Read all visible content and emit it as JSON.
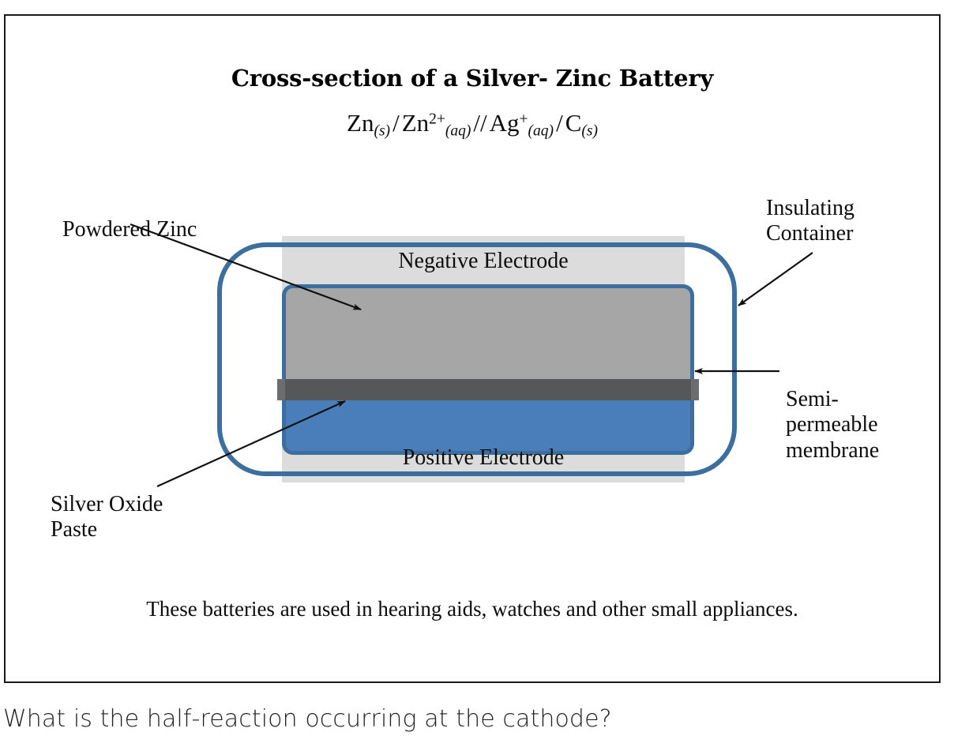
{
  "figure": {
    "title": "Cross-section of a Silver- Zinc Battery",
    "cell_notation": {
      "species_1": "Zn",
      "species_1_state": "(s)",
      "sep_1": "/",
      "species_2": "Zn",
      "species_2_charge": "2+",
      "species_2_state": "(aq)",
      "sep_2": "//",
      "species_3": "Ag",
      "species_3_charge": "+",
      "species_3_state": "(aq)",
      "sep_3": "/",
      "species_4": "C",
      "species_4_state": "(s)"
    },
    "caption": "These batteries are used in hearing aids, watches and other small appliances."
  },
  "diagram": {
    "electrodes": {
      "negative": "Negative Electrode",
      "positive": "Positive Electrode"
    },
    "annotations": {
      "powdered_zinc": "Powdered Zinc",
      "insulating_container_line_1": "Insulating",
      "insulating_container_line_2": "Container",
      "semi_permeable_line_1": "Semi-",
      "semi_permeable_line_2": "permeable",
      "semi_permeable_line_3": "membrane",
      "silver_oxide_line_1": "Silver Oxide",
      "silver_oxide_line_2": "Paste"
    },
    "colors": {
      "container_blue": "#3D6F9E",
      "zinc_grey": "#A6A6A6",
      "electrode_slab_grey": "#DCDCDC",
      "membrane_dark_grey": "#555759",
      "paste_blue": "#4A7EBB",
      "frame_border": "#1a1a1a",
      "text": "#0d0d0d"
    }
  },
  "question": {
    "text": "What is the half-reaction occurring at the cathode?"
  }
}
